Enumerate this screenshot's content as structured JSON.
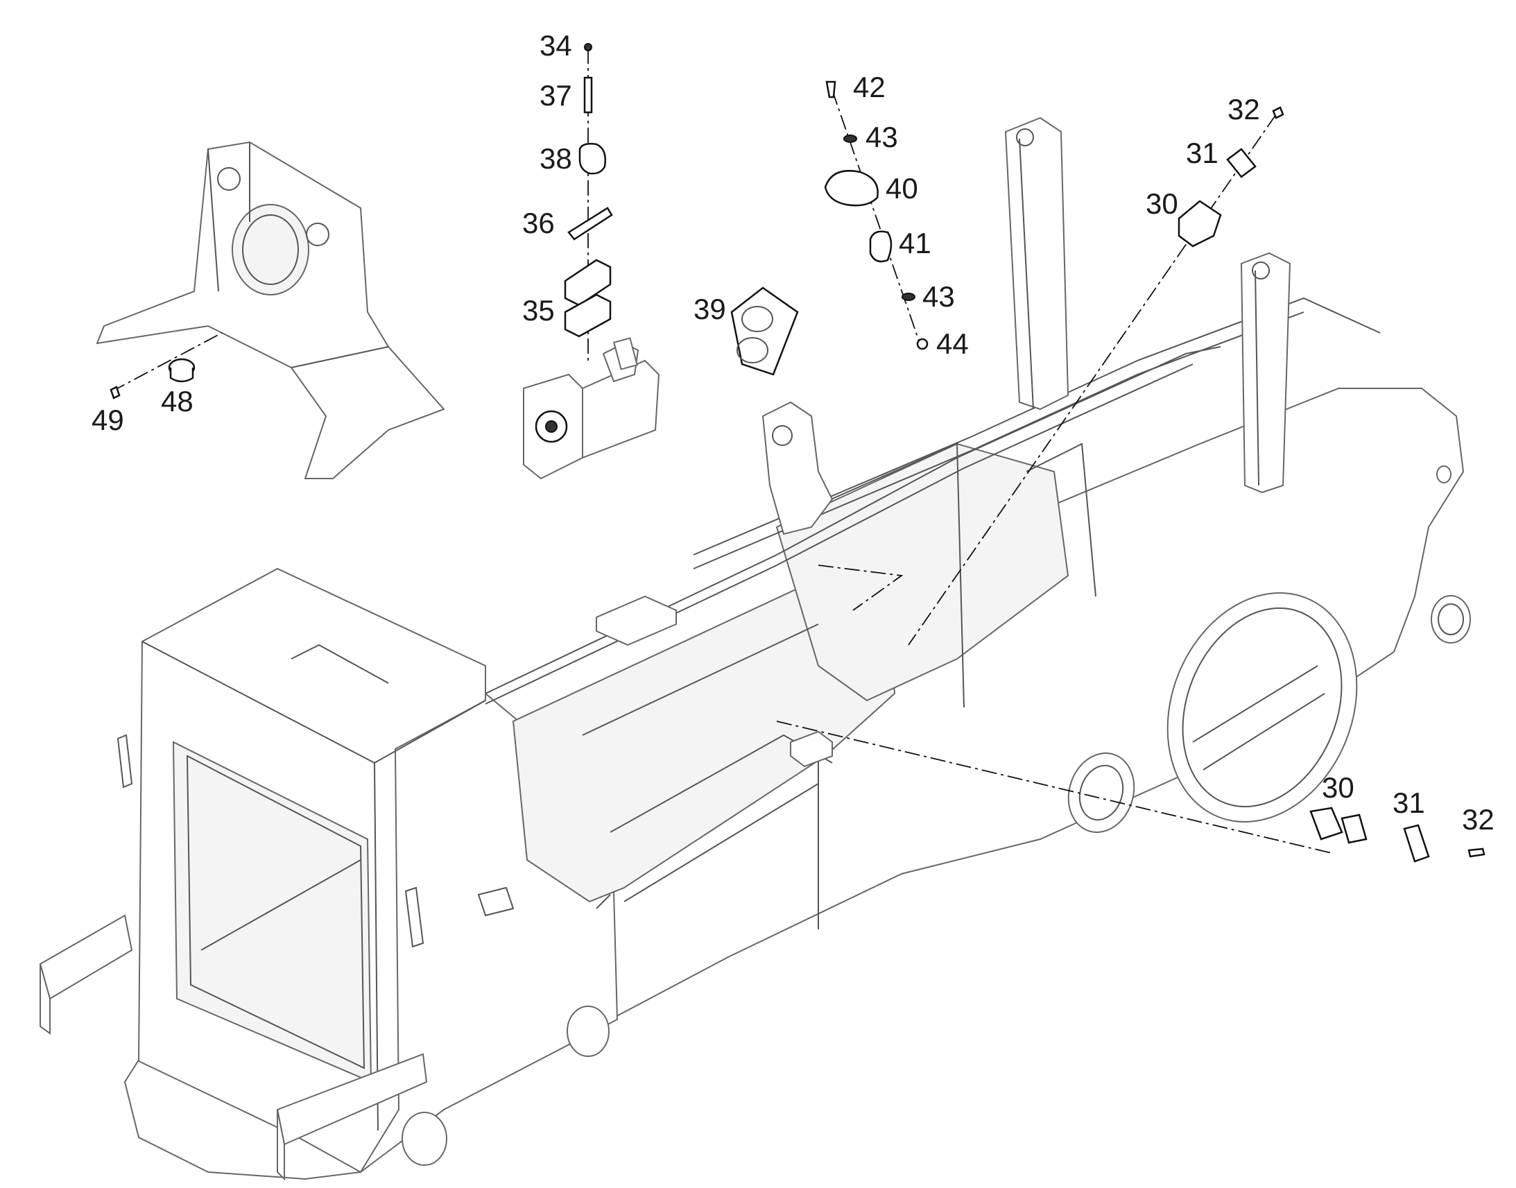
{
  "callouts": [
    {
      "id": "c34",
      "text": "34"
    },
    {
      "id": "c37",
      "text": "37"
    },
    {
      "id": "c38",
      "text": "38"
    },
    {
      "id": "c36",
      "text": "36"
    },
    {
      "id": "c35",
      "text": "35"
    },
    {
      "id": "c39",
      "text": "39"
    },
    {
      "id": "c42",
      "text": "42"
    },
    {
      "id": "c43a",
      "text": "43"
    },
    {
      "id": "c40",
      "text": "40"
    },
    {
      "id": "c41",
      "text": "41"
    },
    {
      "id": "c43b",
      "text": "43"
    },
    {
      "id": "c44",
      "text": "44"
    },
    {
      "id": "c32a",
      "text": "32"
    },
    {
      "id": "c31a",
      "text": "31"
    },
    {
      "id": "c30a",
      "text": "30"
    },
    {
      "id": "c48",
      "text": "48"
    },
    {
      "id": "c49",
      "text": "49"
    },
    {
      "id": "c30b",
      "text": "30"
    },
    {
      "id": "c31b",
      "text": "31"
    },
    {
      "id": "c32b",
      "text": "32"
    }
  ]
}
